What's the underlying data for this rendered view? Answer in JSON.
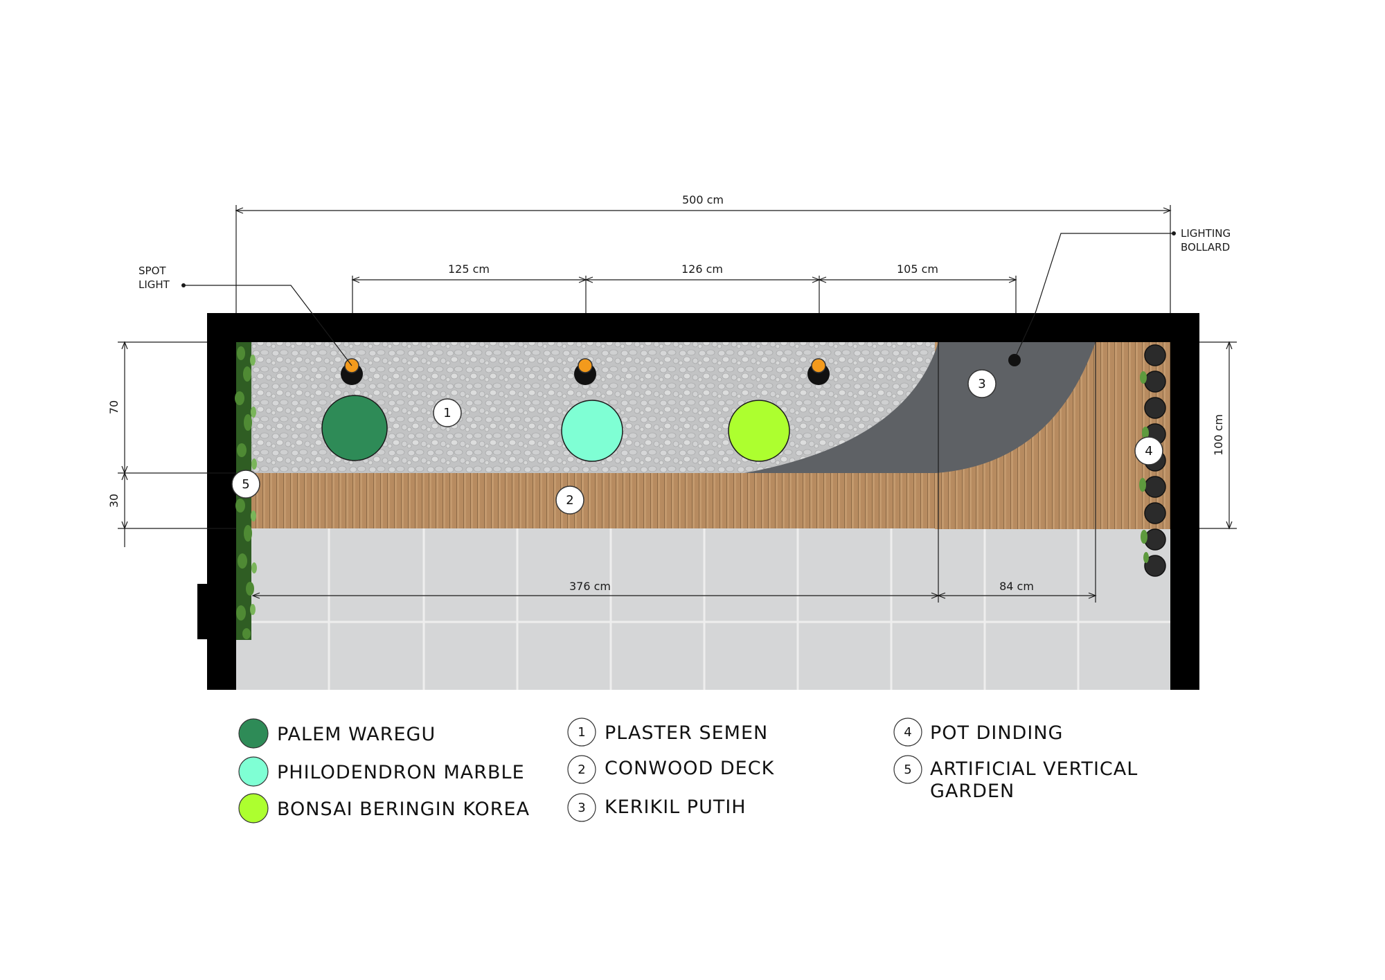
{
  "dimensions": {
    "overall": "500 cm",
    "spacing_1": "125 cm",
    "spacing_2": "126 cm",
    "spacing_3": "105 cm",
    "height_total": "100 cm",
    "height_upper": "70",
    "height_lower": "30",
    "deck_left": "376 cm",
    "deck_right": "84 cm"
  },
  "callouts": {
    "spot_light": [
      "SPOT",
      "LIGHT"
    ],
    "lighting_bollard": [
      "LIGHTING",
      "BOLLARD"
    ]
  },
  "markers": [
    "1",
    "2",
    "3",
    "4",
    "5"
  ],
  "colors": {
    "palem_waregu": "#2e8b57",
    "philodendron_marble": "#7fffd4",
    "bonsai_beringin_korea": "#adff2f",
    "wall": "#000000",
    "deck": "#b68a5e",
    "gravel_dark": "#5f6266",
    "gravel_light": "#c4c5c6",
    "floor_tile": "#d6d7d8",
    "spot_light": "#f39a1c"
  },
  "legend": {
    "plants": [
      {
        "label": "PALEM WAREGU",
        "color": "#2e8b57"
      },
      {
        "label": "PHILODENDRON MARBLE",
        "color": "#7fffd4"
      },
      {
        "label": "BONSAI BERINGIN KOREA",
        "color": "#adff2f"
      }
    ],
    "materials_a": [
      {
        "num": "1",
        "label": "PLASTER SEMEN"
      },
      {
        "num": "2",
        "label": "CONWOOD DECK"
      },
      {
        "num": "3",
        "label": "KERIKIL PUTIH"
      }
    ],
    "materials_b": [
      {
        "num": "4",
        "lines": [
          "POT DINDING"
        ]
      },
      {
        "num": "5",
        "lines": [
          "ARTIFICIAL VERTICAL",
          "GARDEN"
        ]
      }
    ]
  }
}
